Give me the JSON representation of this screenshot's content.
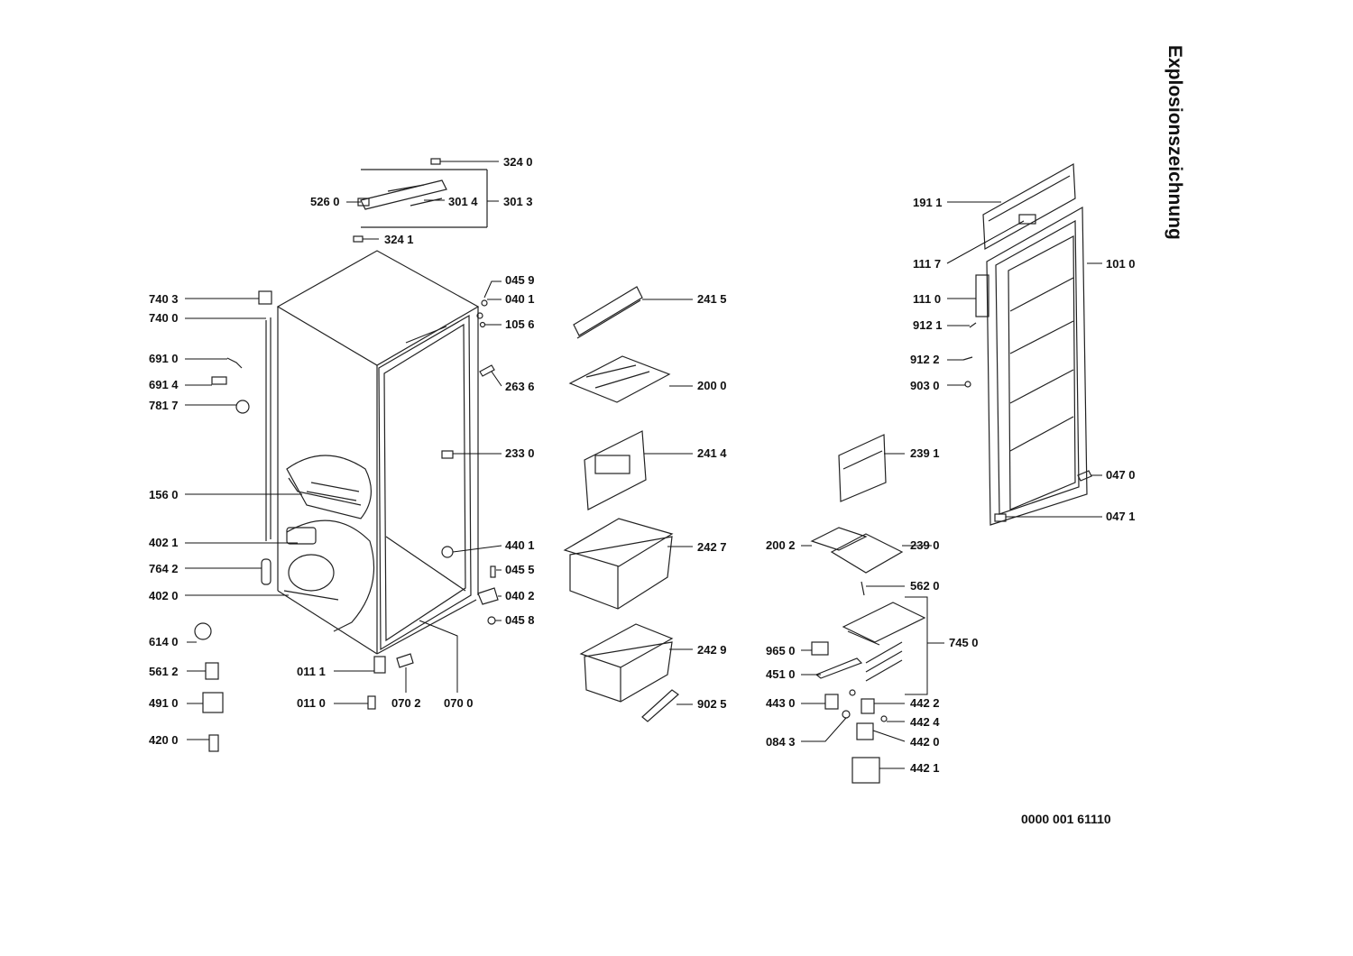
{
  "title": "Explosionszeichnung",
  "document_number": "0000 001 61110",
  "parts": {
    "p3240": "324 0",
    "p5260": "526 0",
    "p3014": "301 4",
    "p3013": "301 3",
    "p3241": "324 1",
    "p0459": "045 9",
    "p0401": "040 1",
    "p1056": "105 6",
    "p2636": "263 6",
    "p2330": "233 0",
    "p4401": "440 1",
    "p0455": "045 5",
    "p0402": "040 2",
    "p0458": "045 8",
    "p7403": "740 3",
    "p7400": "740 0",
    "p6910": "691 0",
    "p6914": "691 4",
    "p7817": "781 7",
    "p1560": "156 0",
    "p4021": "402 1",
    "p7642": "764 2",
    "p4020": "402 0",
    "p6140": "614 0",
    "p5612": "561 2",
    "p4910": "491 0",
    "p4200": "420 0",
    "p0111": "011 1",
    "p0110": "011 0",
    "p0702": "070 2",
    "p0700": "070 0",
    "p2415": "241 5",
    "p2000": "200 0",
    "p2414": "241 4",
    "p2427": "242 7",
    "p2429": "242 9",
    "p9025": "902 5",
    "p1911": "191 1",
    "p1117": "111 7",
    "p1110": "111 0",
    "p9121": "912 1",
    "p9122": "912 2",
    "p9030": "903 0",
    "p1010": "101 0",
    "p0470": "047 0",
    "p0471": "047 1",
    "p2391": "239 1",
    "p2002": "200 2",
    "p2390": "239 0",
    "p5620": "562 0",
    "p7450": "745 0",
    "p9650": "965 0",
    "p4510": "451 0",
    "p4430": "443 0",
    "p4422": "442 2",
    "p4424": "442 4",
    "p0843": "084 3",
    "p4420": "442 0",
    "p4421": "442 1"
  }
}
